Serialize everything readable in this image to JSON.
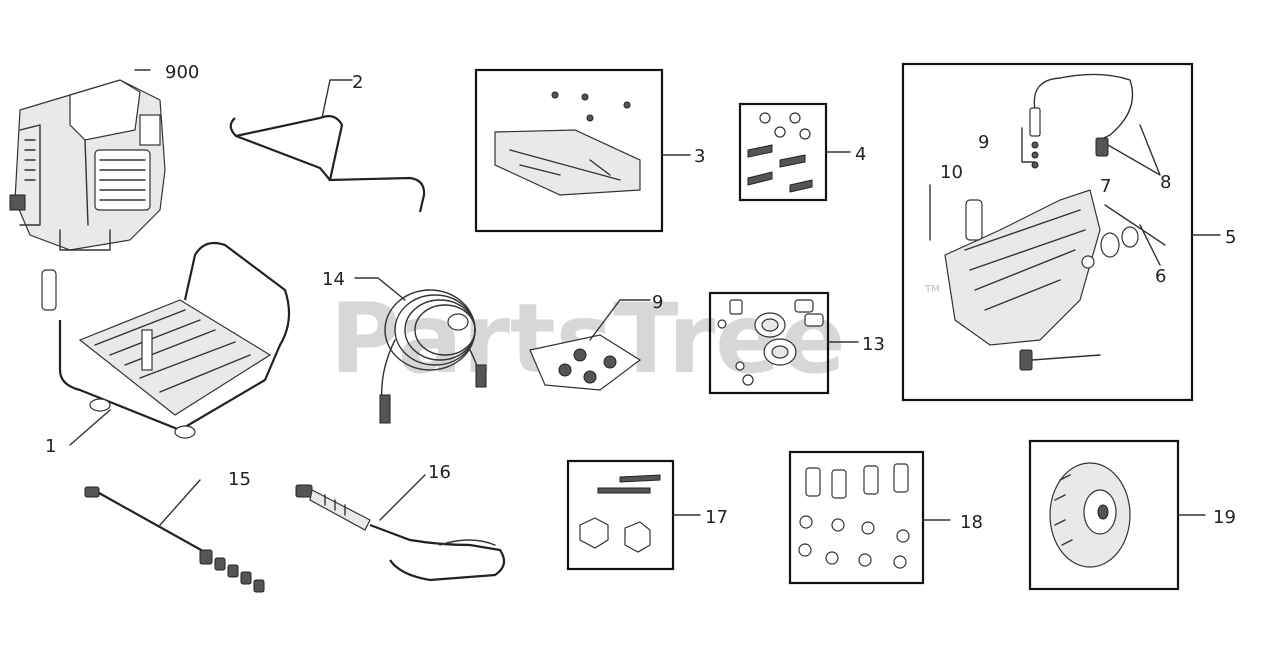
{
  "diagram": {
    "watermark": "PartsTree",
    "watermark_tm": "TM",
    "callouts": {
      "c900": "900",
      "c2": "2",
      "c3": "3",
      "c4": "4",
      "c5": "5",
      "c6": "6",
      "c7": "7",
      "c8": "8",
      "c9": "9",
      "c10": "10",
      "c1": "1",
      "c14": "14",
      "c13": "13",
      "c15": "15",
      "c16": "16",
      "c17": "17",
      "c18": "18",
      "c19": "19",
      "c9b": "9"
    }
  }
}
